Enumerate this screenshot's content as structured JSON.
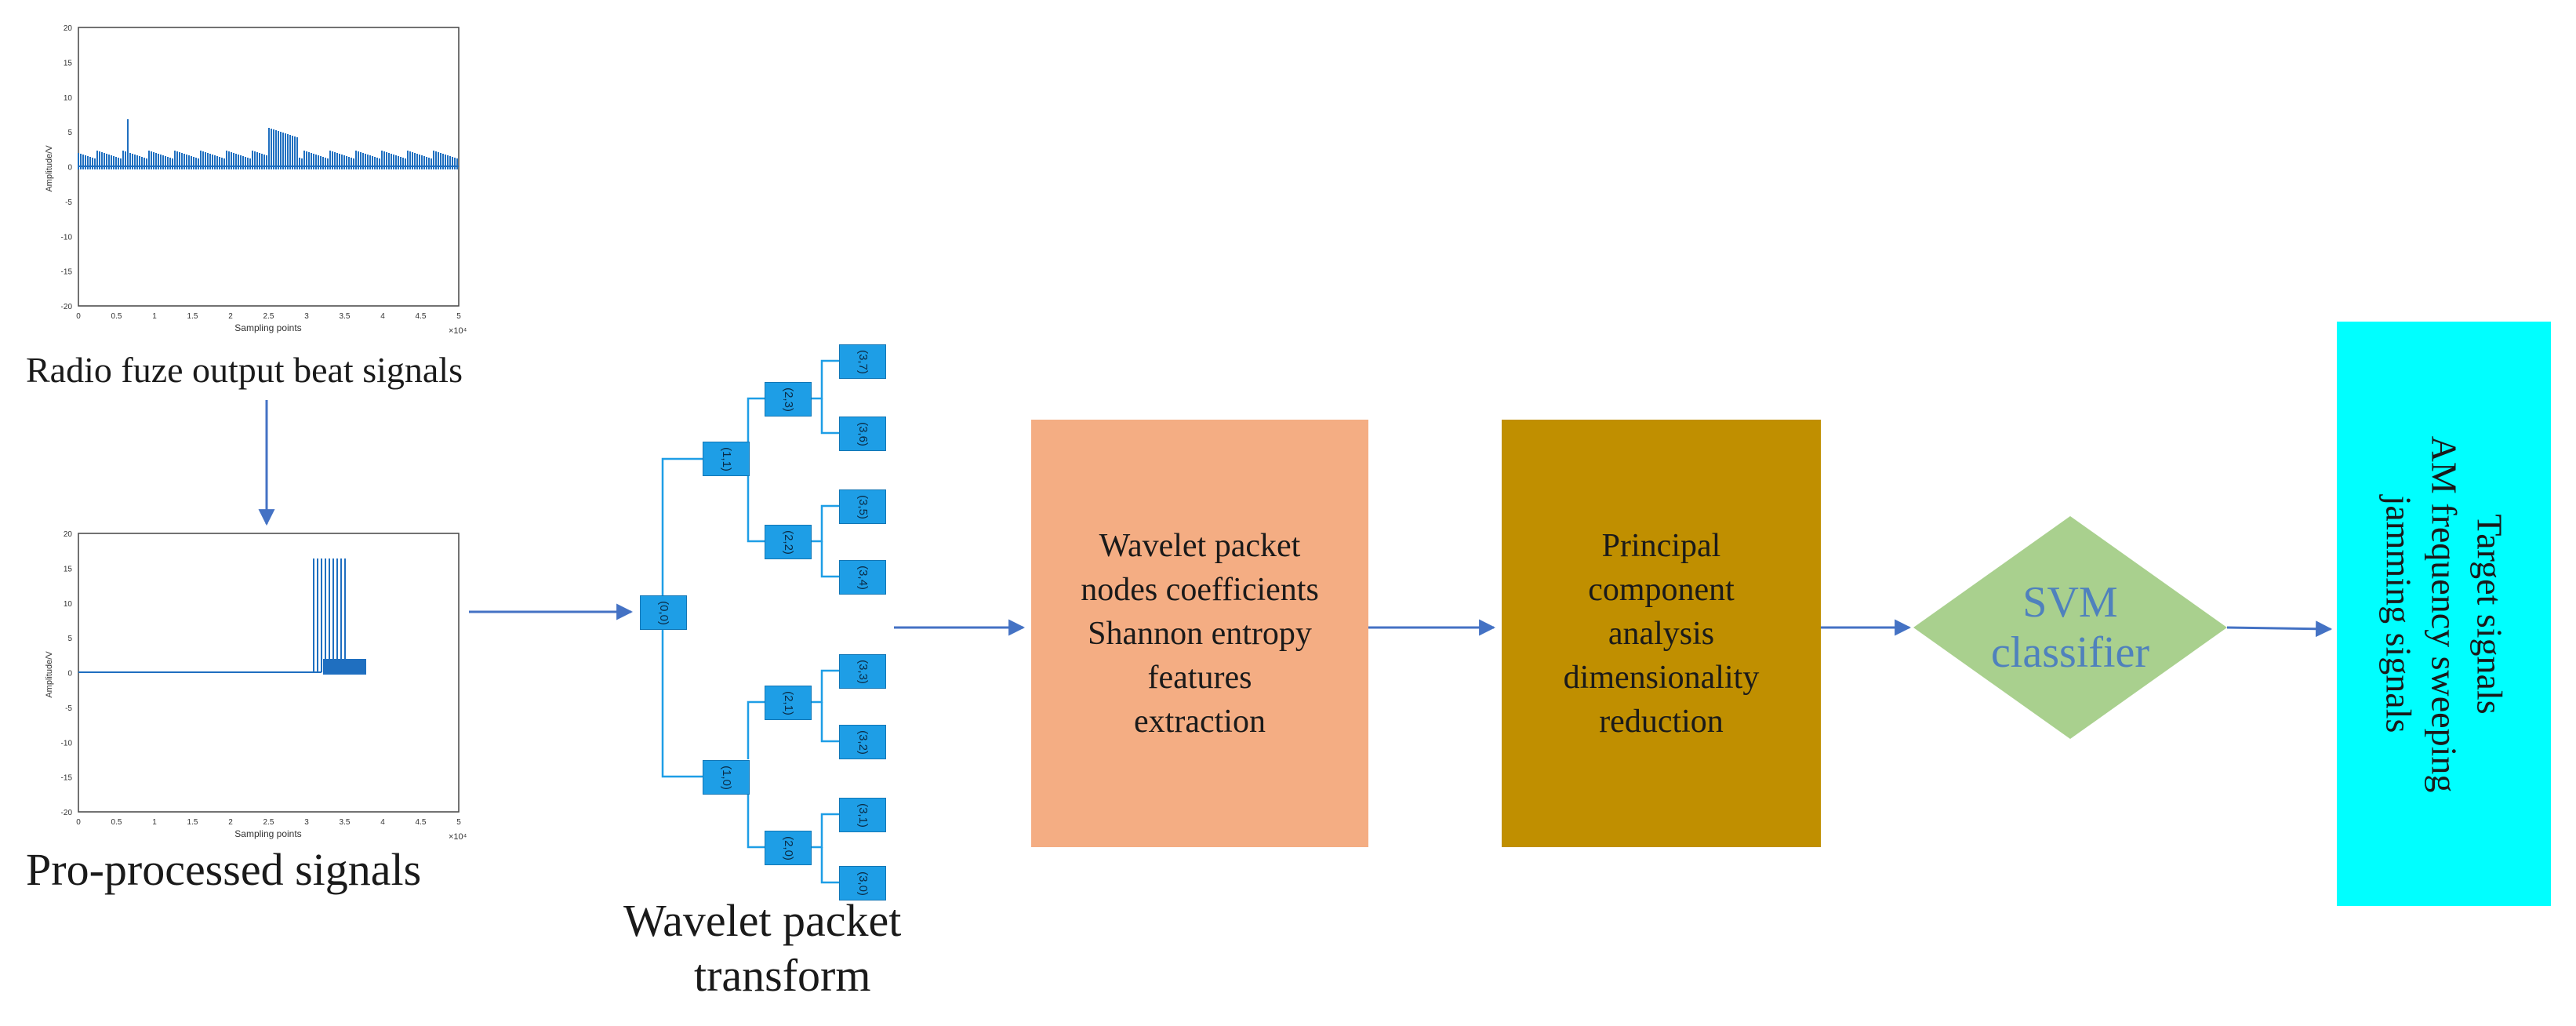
{
  "plot_top": {
    "ylabel": "Amplitude/V",
    "xlabel": "Sampling points",
    "exponent": "×10⁴",
    "y_ticks": [
      "20",
      "15",
      "10",
      "5",
      "0",
      "-5",
      "-10",
      "-15",
      "-20"
    ],
    "x_ticks": [
      "0",
      "0.5",
      "1",
      "1.5",
      "2",
      "2.5",
      "3",
      "3.5",
      "4",
      "4.5",
      "5"
    ],
    "caption": "Radio fuze output beat signals"
  },
  "plot_bottom": {
    "ylabel": "Amplitude/V",
    "xlabel": "Sampling points",
    "exponent": "×10⁴",
    "y_ticks": [
      "20",
      "15",
      "10",
      "5",
      "0",
      "-5",
      "-10",
      "-15",
      "-20"
    ],
    "x_ticks": [
      "0",
      "0.5",
      "1",
      "1.5",
      "2",
      "2.5",
      "3",
      "3.5",
      "4",
      "4.5",
      "5"
    ],
    "caption": "Pro-processed signals"
  },
  "wpt": {
    "caption_line1": "Wavelet packet",
    "caption_line2": "transform",
    "nodes": {
      "root": "(0,0)",
      "l1a": "(1,1)",
      "l1b": "(1,0)",
      "l2a": "(2,3)",
      "l2b": "(2,2)",
      "l2c": "(2,1)",
      "l2d": "(2,0)",
      "l3a": "(3,7)",
      "l3b": "(3,6)",
      "l3c": "(3,5)",
      "l3d": "(3,4)",
      "l3e": "(3,3)",
      "l3f": "(3,2)",
      "l3g": "(3,1)",
      "l3h": "(3,0)"
    }
  },
  "feature_box": {
    "lines": [
      "Wavelet packet",
      "nodes coefficients",
      "Shannon entropy",
      "features",
      "extraction"
    ],
    "color": "#f4ad83"
  },
  "pca_box": {
    "lines": [
      "Principal",
      "component",
      "analysis",
      "dimensionality",
      "reduction"
    ],
    "color": "#c08f00"
  },
  "svm": {
    "lines": [
      "SVM",
      "classifier"
    ],
    "color": "#a9d08e",
    "text_color": "#4f81bd"
  },
  "output_box": {
    "lines": [
      "Target signals",
      "AM frequency sweeping",
      "jamming signals"
    ],
    "color": "#00ffff"
  },
  "colors": {
    "arrow": "#4472c4",
    "signal": "#1f6fc0",
    "node": "#1e9ee6"
  }
}
